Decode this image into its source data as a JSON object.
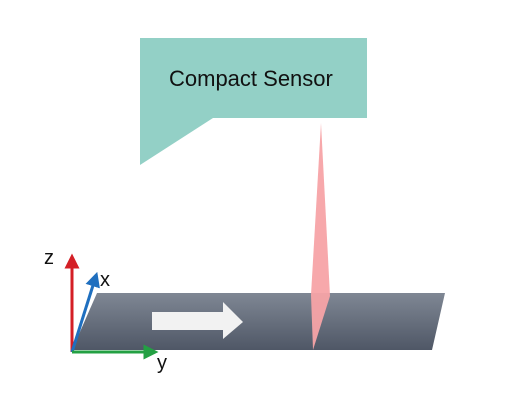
{
  "callout": {
    "label": "Compact Sensor",
    "fill_color": "#93d0c6"
  },
  "beam": {
    "color": "#f7a3a6"
  },
  "belt": {
    "top_color": "#7f8794",
    "bottom_color": "#4f5766"
  },
  "arrow": {
    "color": "#f2f2f2",
    "direction": "right"
  },
  "axes": {
    "z_label": "z",
    "x_label": "x",
    "y_label": "y",
    "z_color": "#d41f26",
    "x_color": "#1f6fbf",
    "y_color": "#23a043"
  }
}
